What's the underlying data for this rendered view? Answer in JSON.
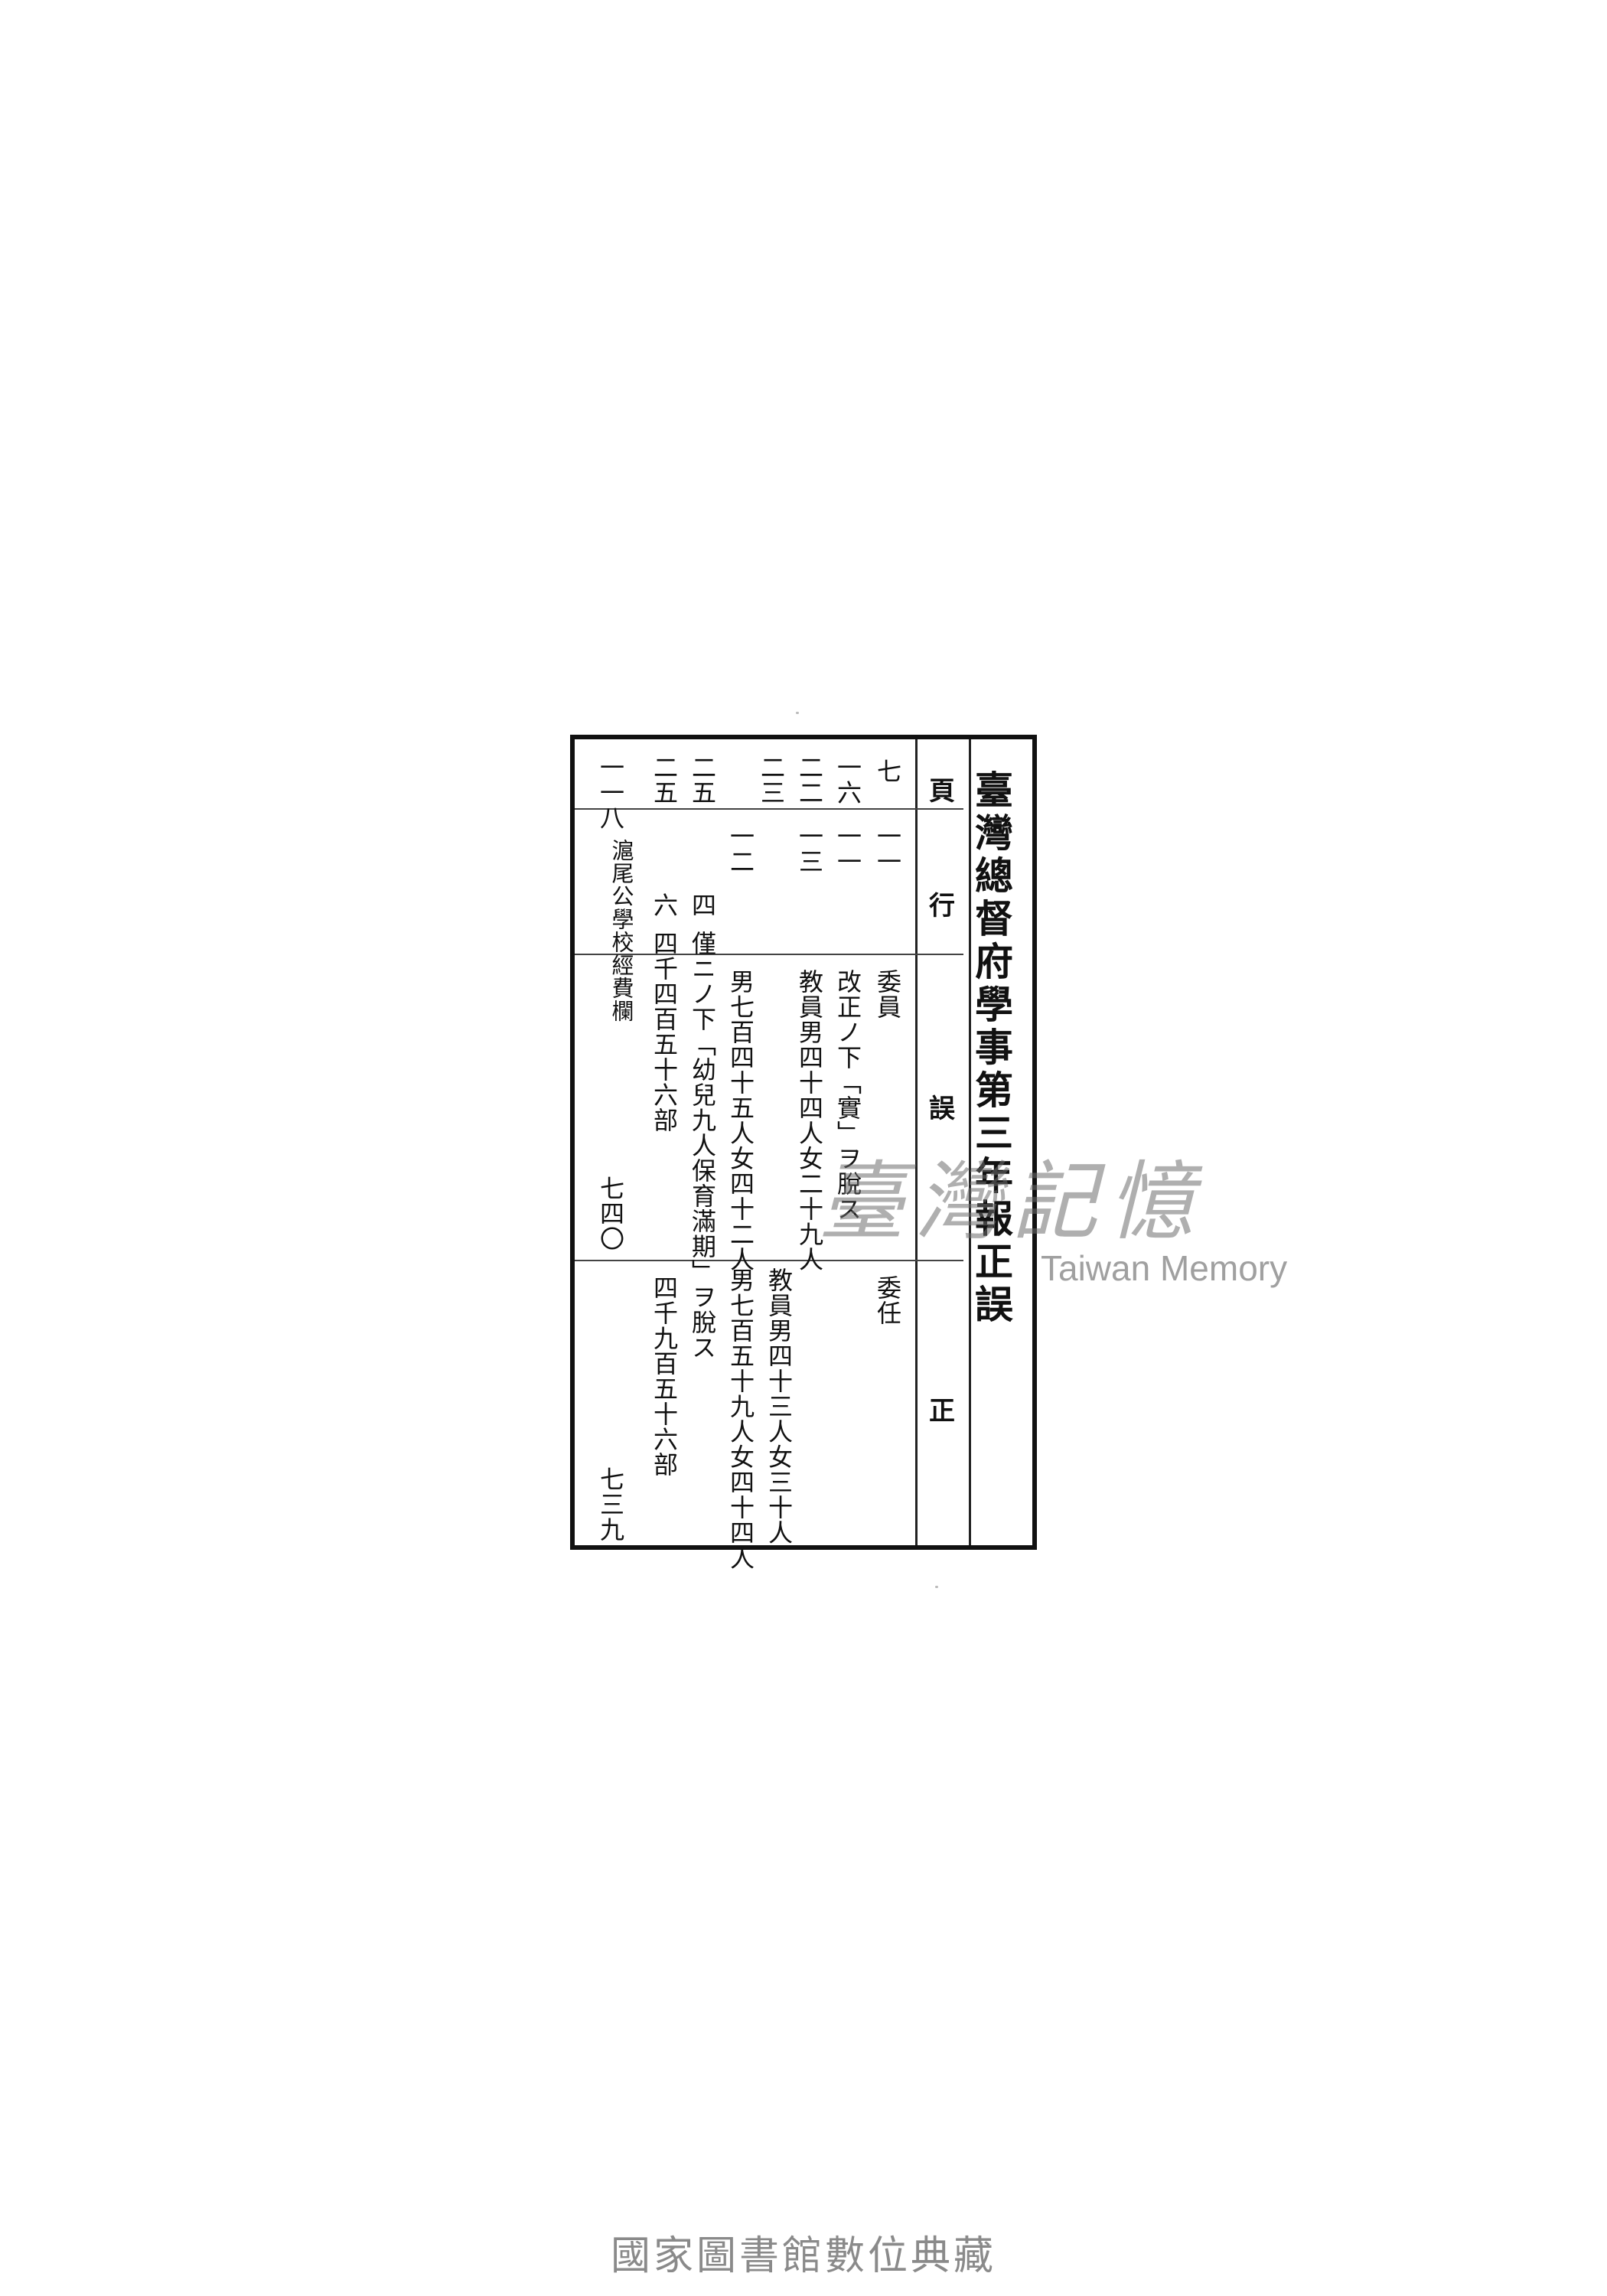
{
  "document": {
    "title": "臺灣總督府學事第三年報正誤",
    "headers": {
      "page": "頁",
      "line": "行",
      "error": "誤",
      "correct": "正"
    },
    "rows": [
      {
        "page": "七",
        "line": "一一",
        "error": "委員",
        "correct": "委任"
      },
      {
        "page": "一六",
        "line": "一一",
        "error": "改正ノ下「實」ヲ脫ス",
        "correct": ""
      },
      {
        "page": "二二",
        "line": "一三",
        "error": "教員男四十四人女二十九人",
        "correct": "教員男四十三人女三十人"
      },
      {
        "page": "二三",
        "line": "一二",
        "error": "男七百四十五人女四十二人",
        "correct": "男七百五十九人女四十四人"
      },
      {
        "page": "二五",
        "line": "四",
        "error": "僅ニノ下「幼兒九人保育滿期」ヲ脫ス",
        "correct": ""
      },
      {
        "page": "二五",
        "line": "六",
        "error": "四千四百五十六部",
        "correct": "四千九百五十六部"
      },
      {
        "page": "一一八",
        "line": "滬尾公學校經費欄",
        "error": "七四〇",
        "correct": "七三九"
      }
    ]
  },
  "watermark": {
    "script_text": "臺灣記憶",
    "latin_text": "Taiwan Memory"
  },
  "footer": {
    "text": "國家圖書館數位典藏"
  }
}
